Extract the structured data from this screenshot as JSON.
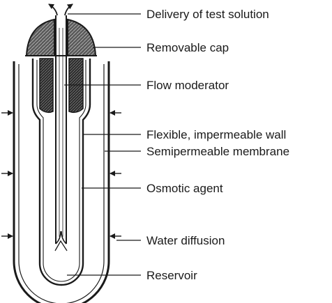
{
  "labels": {
    "delivery": "Delivery of test solution",
    "cap": "Removable cap",
    "moderator": "Flow moderator",
    "wall": "Flexible, impermeable wall",
    "membrane": "Semipermeable membrane",
    "osmotic": "Osmotic agent",
    "water": "Water diffusion",
    "reservoir": "Reservoir"
  },
  "colors": {
    "ink": "#1a1a1a",
    "paper": "#ffffff",
    "shade": "#3a3a3a"
  }
}
